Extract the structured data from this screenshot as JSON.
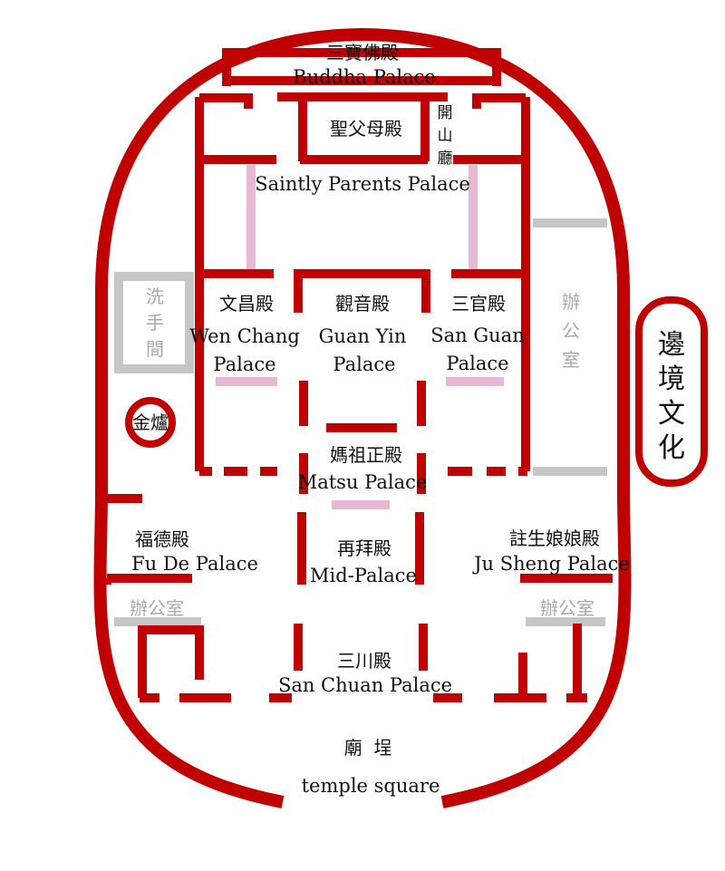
{
  "colors": {
    "wall": "#c00000",
    "pink": "#e8b7d4",
    "gray": "#c6c6c6",
    "office_text": "#a9a9a9",
    "text": "#111111",
    "background": "#ffffff"
  },
  "badge": {
    "text": "邊境文化"
  },
  "rooms": {
    "buddha": {
      "zh": "三寶佛殿",
      "en": "Buddha Palace"
    },
    "parents": {
      "zh": "聖父母殿",
      "en": "Saintly Parents Palace"
    },
    "kaishan": {
      "zh": "開山廳"
    },
    "wenchang": {
      "zh": "文昌殿",
      "en1": "Wen Chang",
      "en2": "Palace"
    },
    "guanyin": {
      "zh": "觀音殿",
      "en1": "Guan Yin",
      "en2": "Palace"
    },
    "sanguan": {
      "zh": "三官殿",
      "en1": "San Guan",
      "en2": "Palace"
    },
    "restroom": {
      "zh": "洗手間"
    },
    "office_right": {
      "zh": "辦公室"
    },
    "furnace": {
      "zh": "金爐"
    },
    "matsu": {
      "zh": "媽祖正殿",
      "en": "Matsu Palace"
    },
    "fude": {
      "zh": "福德殿",
      "en": "Fu De Palace"
    },
    "mid": {
      "zh": "再拜殿",
      "en": "Mid-Palace"
    },
    "jusheng": {
      "zh": "註生娘娘殿",
      "en": "Ju Sheng Palace"
    },
    "office_left": {
      "zh": "辦公室"
    },
    "office_lower_right": {
      "zh": "辦公室"
    },
    "sanchuan": {
      "zh": "三川殿",
      "en": "San Chuan Palace"
    },
    "square": {
      "zh": "廟  埕",
      "en": "temple square"
    }
  }
}
